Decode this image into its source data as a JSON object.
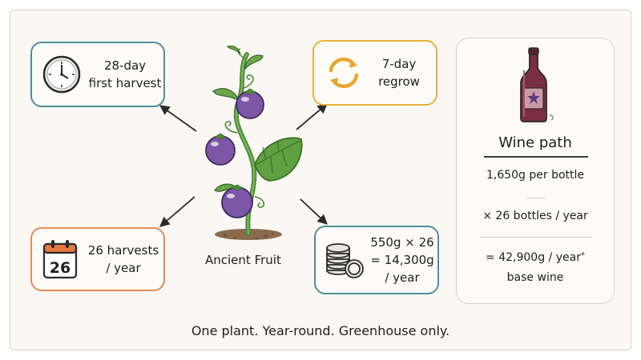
{
  "clock_box": {
    "line1": "28-day",
    "line2": "first harvest"
  },
  "regrow_box": {
    "line1": "7-day",
    "line2": "regrow"
  },
  "harvest_box": {
    "calendar_day": "26",
    "line1": "26 harvests",
    "line2": "/ year"
  },
  "yield_box": {
    "line1": "550g × 26",
    "line2": "= 14,300g",
    "line3": "/ year"
  },
  "plant": {
    "label": "Ancient Fruit"
  },
  "wine_card": {
    "title": "Wine path",
    "line1": "1,650g per bottle",
    "line2": "× 26 bottles / year",
    "line3": "= 42,900g  / year",
    "line3_mark": "*",
    "line4": "base wine"
  },
  "footer": {
    "caption": "One plant. Year-round. Greenhouse only."
  },
  "colors": {
    "teal": "#4f8f99",
    "yellow": "#e2b33a",
    "orange": "#e58a55",
    "fruit": "#7d56a8",
    "leaf": "#5e9a42",
    "wine": "#7a2e44"
  },
  "icons": [
    "clock-icon",
    "regrow-arrows-icon",
    "calendar-icon",
    "coin-stack-icon",
    "wine-bottle-icon",
    "ancient-fruit-plant-icon"
  ]
}
